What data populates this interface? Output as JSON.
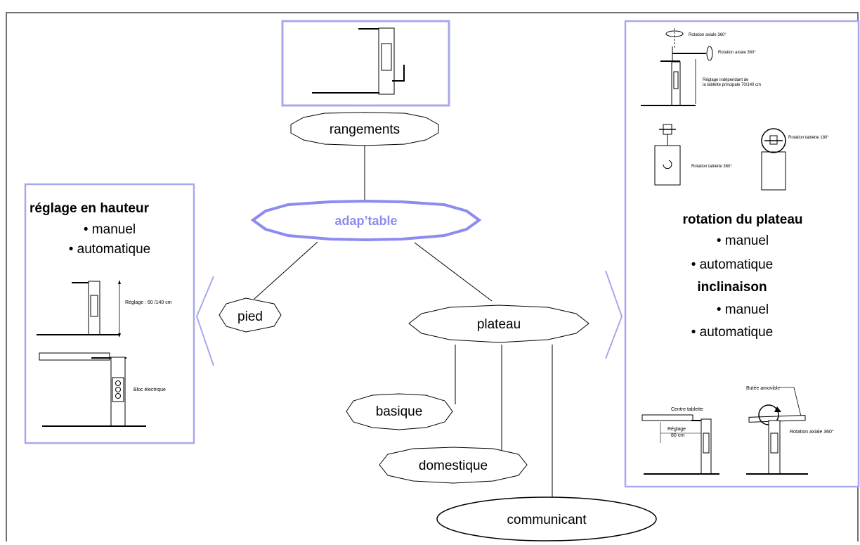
{
  "center": {
    "label": "adap’table",
    "color": "#8c8cf0"
  },
  "nodes": {
    "rangements": "rangements",
    "pied": "pied",
    "plateau": "plateau",
    "basique": "basique",
    "domestique": "domestique",
    "communicant": "communicant"
  },
  "left_panel": {
    "title": "réglage en hauteur",
    "bullets": [
      "• manuel",
      "• automatique"
    ],
    "sketch_labels": {
      "reglage": "Réglage : 60 /140 cm",
      "bloc": "Bloc électrique"
    }
  },
  "right_panel": {
    "rotation_title": "rotation du plateau",
    "rotation_bullets": [
      "• manuel",
      "• automatique"
    ],
    "inclinaison_title": "inclinaison",
    "inclinaison_bullets": [
      "• manuel",
      "• automatique"
    ],
    "sketch_labels": {
      "rot_axiale_1": "Rotation axiale 360°",
      "rot_axiale_2": "Rotation axiale 360°",
      "reglage_indep_1": "Réglage indépendant de",
      "reglage_indep_2": "la tablette principale    70/140 cm",
      "rot_tablette_360": "Rotation tablette 360°",
      "rot_tablette_180": "Rotation tablette 180°",
      "butee": "Butée amovible",
      "centre": "Centre tablette",
      "reglage_80_1": "Réglage",
      "reglage_80_2": "80 cm",
      "rot_axiale_3": "Rotation axiale 360°"
    }
  },
  "colors": {
    "frame": "#a8a8ee",
    "outline": "#444444"
  }
}
